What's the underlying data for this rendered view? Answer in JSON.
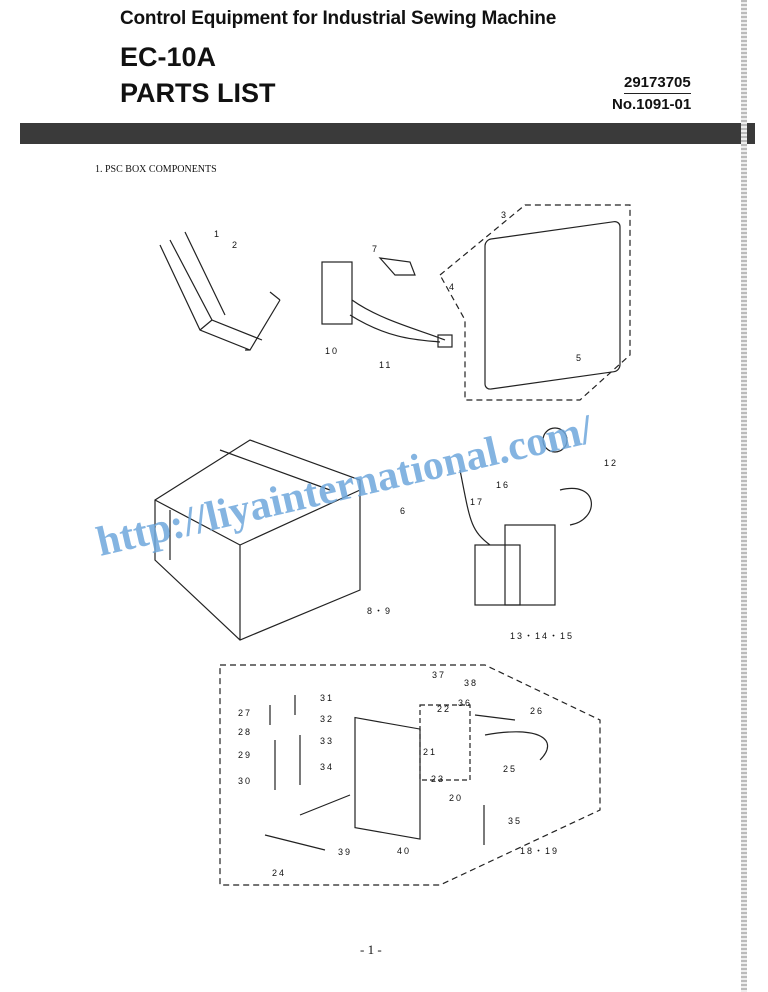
{
  "header": {
    "subtitle": "Control Equipment for Industrial Sewing Machine",
    "model": "EC-10A",
    "title": "PARTS LIST",
    "document_number": "29173705",
    "revision": "No.1091-01"
  },
  "section": {
    "title": "1. PSC BOX COMPONENTS"
  },
  "diagram": {
    "labels": [
      "1",
      "2",
      "3",
      "4",
      "5",
      "6",
      "7",
      "8・9",
      "10",
      "11",
      "12",
      "13・14・15",
      "16",
      "17",
      "18・19",
      "20",
      "21",
      "22",
      "23",
      "24",
      "25",
      "26",
      "27",
      "28",
      "29",
      "30",
      "31",
      "32",
      "33",
      "34",
      "35",
      "36",
      "37",
      "38",
      "39",
      "40"
    ]
  },
  "watermark": "http://liyainternational.com/",
  "footer": {
    "page_number": "- 1 -"
  }
}
